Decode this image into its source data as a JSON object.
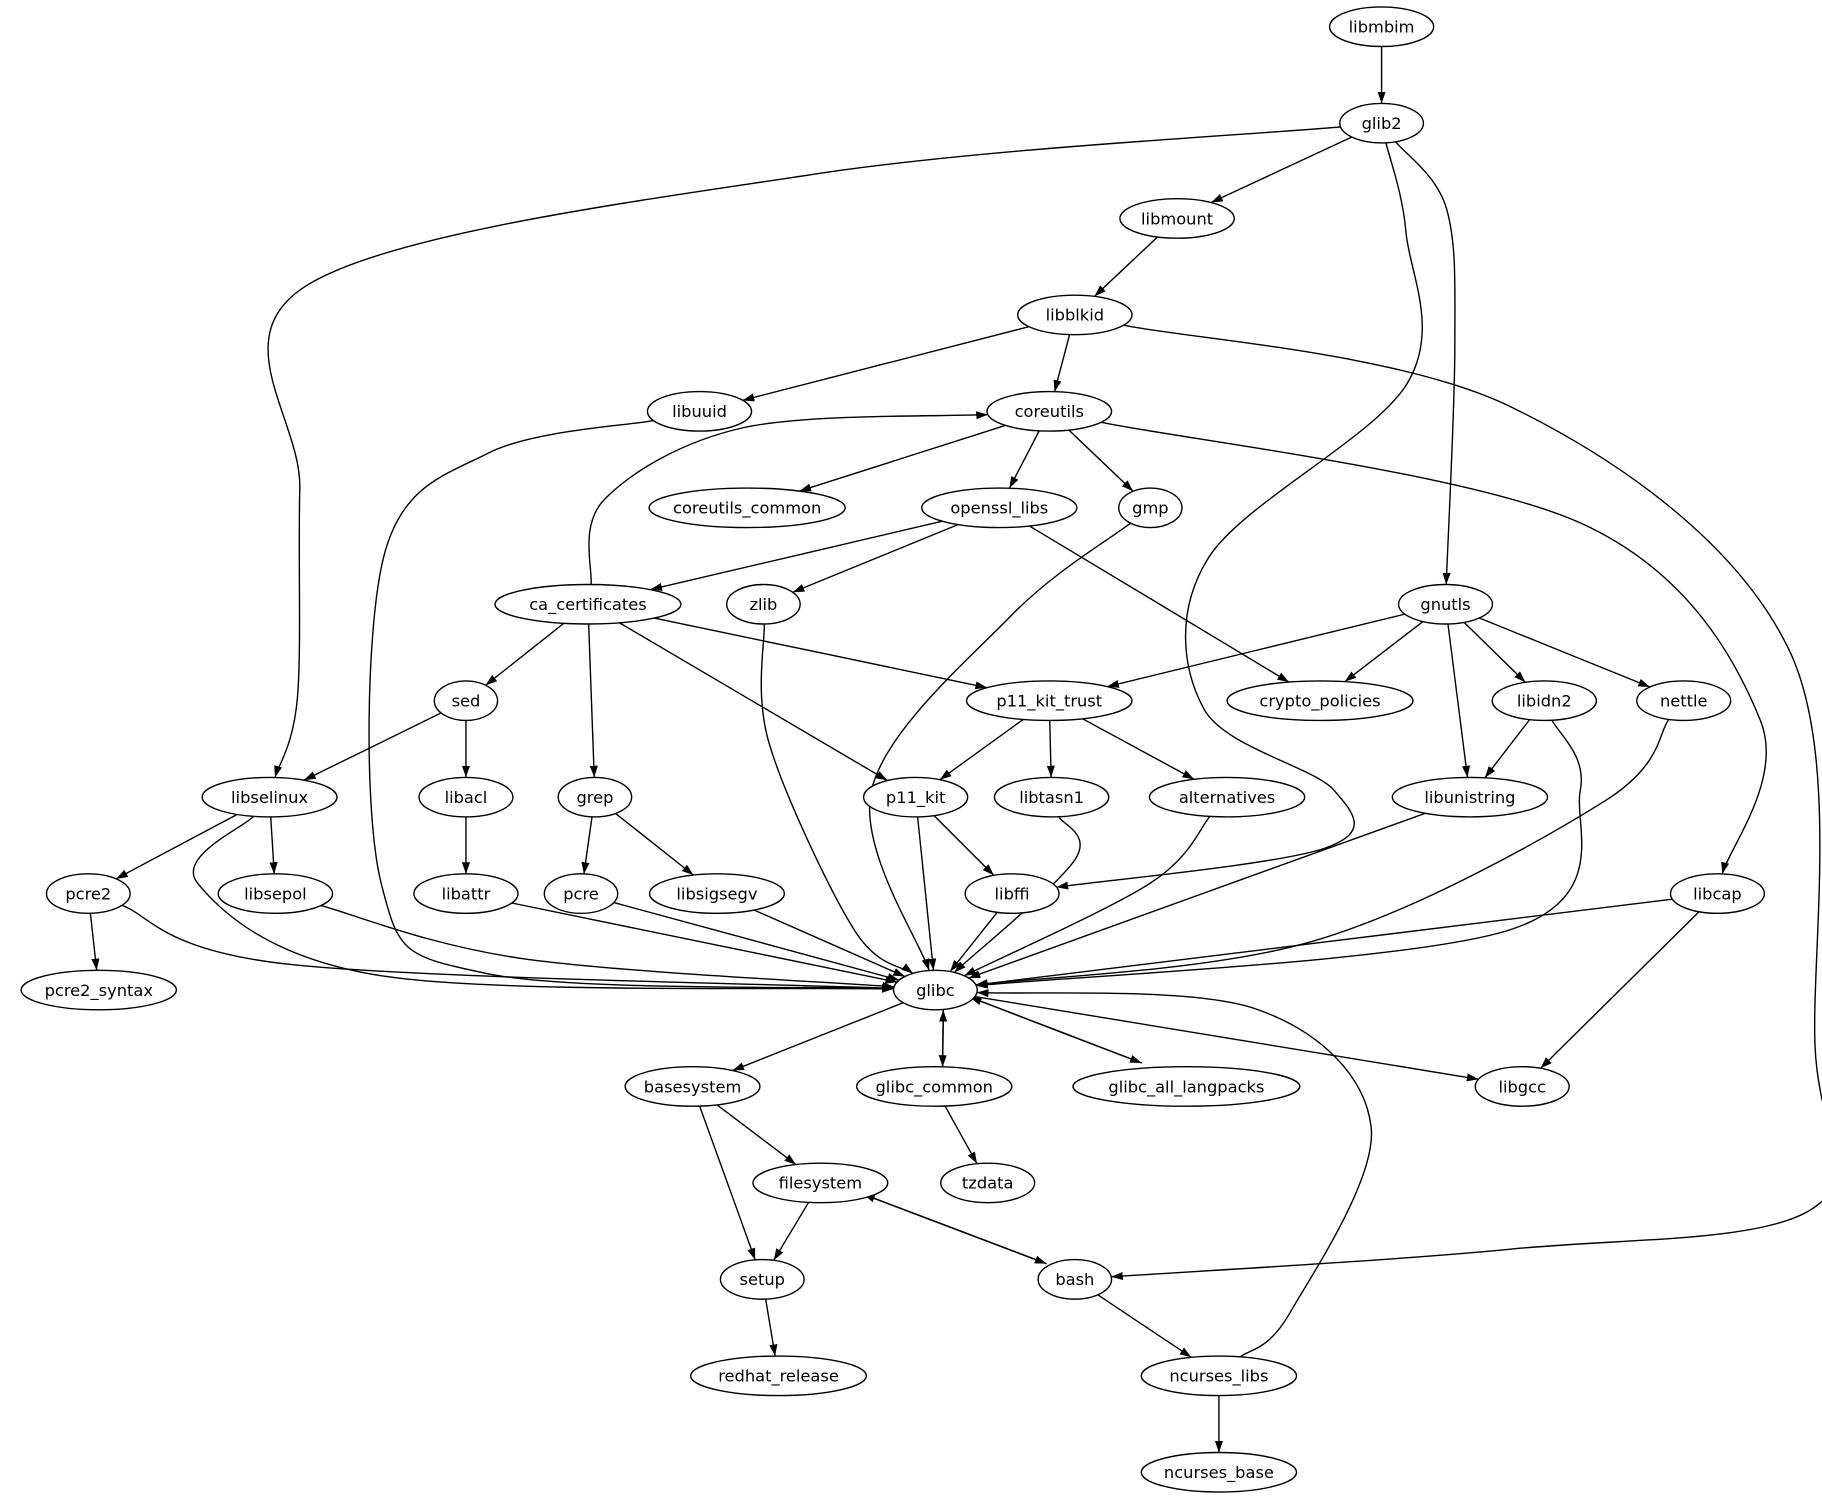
{
  "graph": {
    "nodes": [
      {
        "id": "libmbim",
        "label": "libmbim"
      },
      {
        "id": "glib2",
        "label": "glib2"
      },
      {
        "id": "libmount",
        "label": "libmount"
      },
      {
        "id": "libblkid",
        "label": "libblkid"
      },
      {
        "id": "libuuid",
        "label": "libuuid"
      },
      {
        "id": "coreutils",
        "label": "coreutils"
      },
      {
        "id": "coreutils_common",
        "label": "coreutils_common"
      },
      {
        "id": "openssl_libs",
        "label": "openssl_libs"
      },
      {
        "id": "gmp",
        "label": "gmp"
      },
      {
        "id": "ca_certificates",
        "label": "ca_certificates"
      },
      {
        "id": "zlib",
        "label": "zlib"
      },
      {
        "id": "gnutls",
        "label": "gnutls"
      },
      {
        "id": "sed",
        "label": "sed"
      },
      {
        "id": "p11_kit_trust",
        "label": "p11_kit_trust"
      },
      {
        "id": "crypto_policies",
        "label": "crypto_policies"
      },
      {
        "id": "libidn2",
        "label": "libidn2"
      },
      {
        "id": "nettle",
        "label": "nettle"
      },
      {
        "id": "libselinux",
        "label": "libselinux"
      },
      {
        "id": "libacl",
        "label": "libacl"
      },
      {
        "id": "grep",
        "label": "grep"
      },
      {
        "id": "p11_kit",
        "label": "p11_kit"
      },
      {
        "id": "libtasn1",
        "label": "libtasn1"
      },
      {
        "id": "alternatives",
        "label": "alternatives"
      },
      {
        "id": "libunistring",
        "label": "libunistring"
      },
      {
        "id": "pcre2",
        "label": "pcre2"
      },
      {
        "id": "libsepol",
        "label": "libsepol"
      },
      {
        "id": "libattr",
        "label": "libattr"
      },
      {
        "id": "pcre",
        "label": "pcre"
      },
      {
        "id": "libsigsegv",
        "label": "libsigsegv"
      },
      {
        "id": "libffi",
        "label": "libffi"
      },
      {
        "id": "libcap",
        "label": "libcap"
      },
      {
        "id": "glibc",
        "label": "glibc"
      },
      {
        "id": "pcre2_syntax",
        "label": "pcre2_syntax"
      },
      {
        "id": "basesystem",
        "label": "basesystem"
      },
      {
        "id": "glibc_common",
        "label": "glibc_common"
      },
      {
        "id": "glibc_all_langpacks",
        "label": "glibc_all_langpacks"
      },
      {
        "id": "libgcc",
        "label": "libgcc"
      },
      {
        "id": "filesystem",
        "label": "filesystem"
      },
      {
        "id": "tzdata",
        "label": "tzdata"
      },
      {
        "id": "setup",
        "label": "setup"
      },
      {
        "id": "bash",
        "label": "bash"
      },
      {
        "id": "redhat_release",
        "label": "redhat_release"
      },
      {
        "id": "ncurses_libs",
        "label": "ncurses_libs"
      },
      {
        "id": "ncurses_base",
        "label": "ncurses_base"
      }
    ],
    "edges": [
      [
        "libmbim",
        "glib2"
      ],
      [
        "glib2",
        "libmount"
      ],
      [
        "glib2",
        "libselinux"
      ],
      [
        "glib2",
        "libffi"
      ],
      [
        "glib2",
        "gnutls"
      ],
      [
        "libmount",
        "libblkid"
      ],
      [
        "libblkid",
        "libuuid"
      ],
      [
        "libblkid",
        "coreutils"
      ],
      [
        "libblkid",
        "bash"
      ],
      [
        "libuuid",
        "glibc"
      ],
      [
        "coreutils",
        "coreutils_common"
      ],
      [
        "coreutils",
        "openssl_libs"
      ],
      [
        "coreutils",
        "gmp"
      ],
      [
        "coreutils",
        "libcap"
      ],
      [
        "ca_certificates",
        "coreutils"
      ],
      [
        "openssl_libs",
        "ca_certificates"
      ],
      [
        "openssl_libs",
        "zlib"
      ],
      [
        "openssl_libs",
        "crypto_policies"
      ],
      [
        "gmp",
        "glibc"
      ],
      [
        "ca_certificates",
        "sed"
      ],
      [
        "ca_certificates",
        "grep"
      ],
      [
        "ca_certificates",
        "p11_kit"
      ],
      [
        "ca_certificates",
        "p11_kit_trust"
      ],
      [
        "zlib",
        "glibc"
      ],
      [
        "gnutls",
        "p11_kit_trust"
      ],
      [
        "gnutls",
        "crypto_policies"
      ],
      [
        "gnutls",
        "libunistring"
      ],
      [
        "gnutls",
        "libidn2"
      ],
      [
        "gnutls",
        "nettle"
      ],
      [
        "sed",
        "libselinux"
      ],
      [
        "sed",
        "libacl"
      ],
      [
        "p11_kit_trust",
        "p11_kit"
      ],
      [
        "p11_kit_trust",
        "libtasn1"
      ],
      [
        "p11_kit_trust",
        "alternatives"
      ],
      [
        "libidn2",
        "libunistring"
      ],
      [
        "libidn2",
        "glibc"
      ],
      [
        "nettle",
        "glibc"
      ],
      [
        "libselinux",
        "pcre2"
      ],
      [
        "libselinux",
        "libsepol"
      ],
      [
        "libselinux",
        "glibc"
      ],
      [
        "libacl",
        "libattr"
      ],
      [
        "grep",
        "pcre"
      ],
      [
        "grep",
        "libsigsegv"
      ],
      [
        "p11_kit",
        "glibc"
      ],
      [
        "p11_kit",
        "libffi"
      ],
      [
        "libtasn1",
        "glibc"
      ],
      [
        "alternatives",
        "glibc"
      ],
      [
        "libunistring",
        "glibc"
      ],
      [
        "pcre2",
        "pcre2_syntax"
      ],
      [
        "pcre2",
        "glibc"
      ],
      [
        "libsepol",
        "glibc"
      ],
      [
        "libattr",
        "glibc"
      ],
      [
        "pcre",
        "glibc"
      ],
      [
        "libsigsegv",
        "glibc"
      ],
      [
        "libffi",
        "glibc"
      ],
      [
        "libcap",
        "glibc"
      ],
      [
        "libcap",
        "libgcc"
      ],
      [
        "glibc",
        "basesystem"
      ],
      [
        "glibc",
        "glibc_common"
      ],
      [
        "glibc",
        "glibc_all_langpacks"
      ],
      [
        "glibc",
        "libgcc"
      ],
      [
        "glibc_common",
        "glibc"
      ],
      [
        "glibc_all_langpacks",
        "glibc"
      ],
      [
        "glibc_common",
        "tzdata"
      ],
      [
        "basesystem",
        "filesystem"
      ],
      [
        "basesystem",
        "setup"
      ],
      [
        "filesystem",
        "setup"
      ],
      [
        "filesystem",
        "bash"
      ],
      [
        "bash",
        "filesystem"
      ],
      [
        "bash",
        "ncurses_libs"
      ],
      [
        "ncurses_libs",
        "glibc"
      ],
      [
        "ncurses_libs",
        "ncurses_base"
      ],
      [
        "setup",
        "redhat_release"
      ]
    ]
  }
}
